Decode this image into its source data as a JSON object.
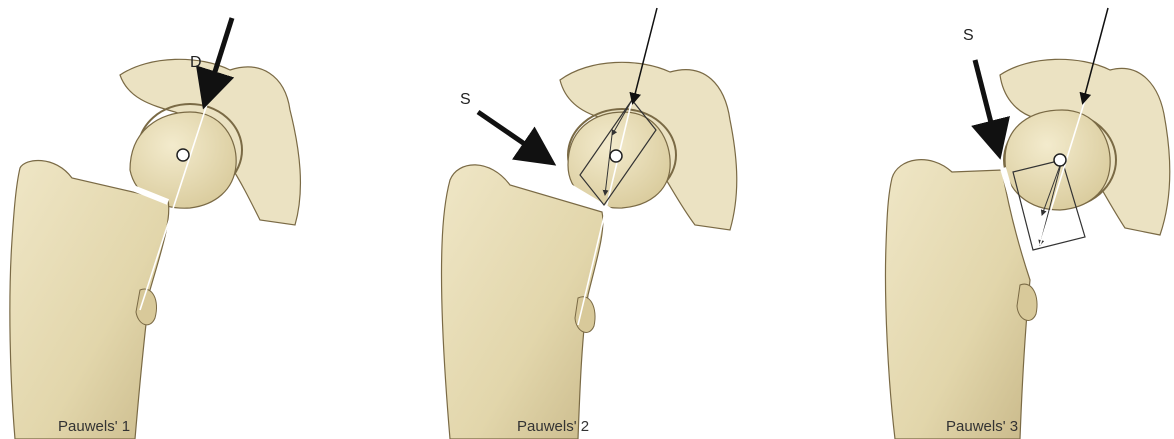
{
  "panels": [
    {
      "caption": "Pauwels' 1",
      "labels": [
        "D"
      ]
    },
    {
      "caption": "Pauwels' 2",
      "labels": [
        "S"
      ]
    },
    {
      "caption": "Pauwels' 3",
      "labels": [
        "S"
      ]
    }
  ],
  "colors": {
    "bone_fill": "#e6dcb7",
    "bone_shade": "#c9b98a",
    "bone_outline": "#7a6a45",
    "pelvis_fill": "#ebe2c2",
    "arrow": "#111111"
  }
}
